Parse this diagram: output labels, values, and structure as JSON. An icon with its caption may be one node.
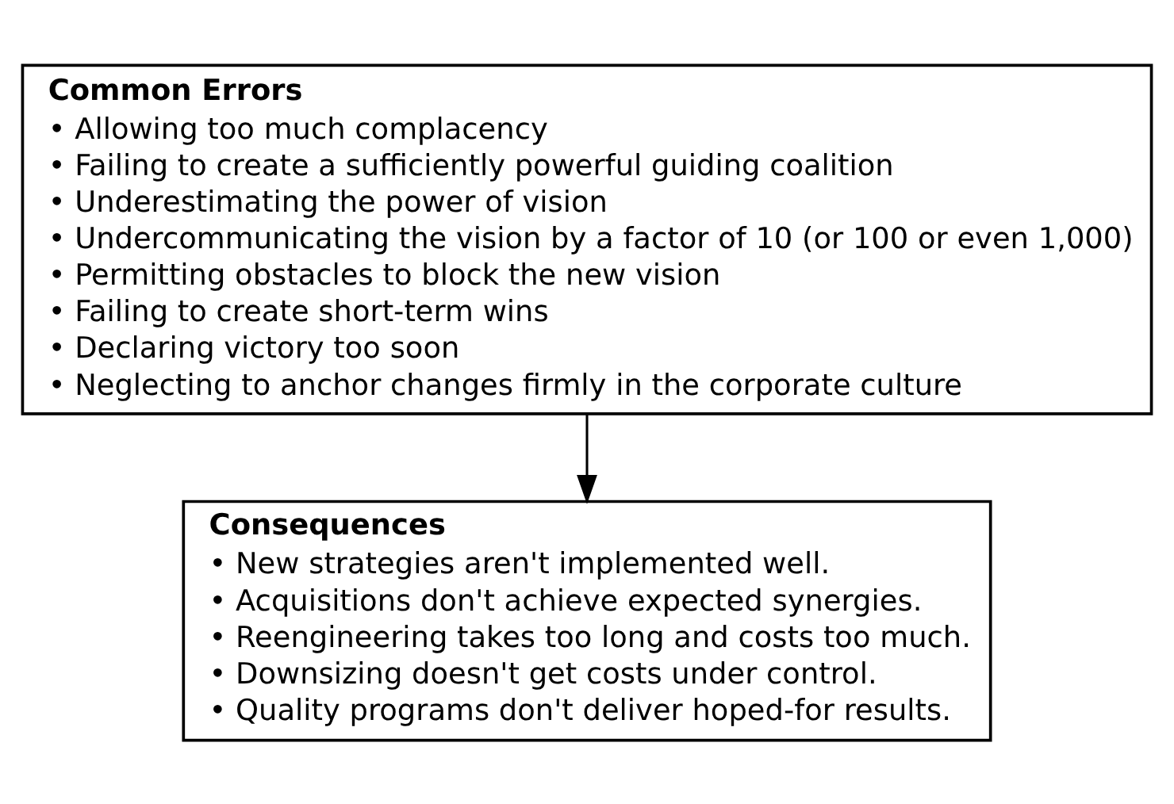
{
  "diagram": {
    "nodes": [
      {
        "text": [
          "Common Errors",
          "• Allowing too much complacency",
          "• Failing to create a sufficiently powerful guiding coalition",
          "• Underestimating the power of vision",
          "• Undercommunicating the vision by a factor of 10 (or 100 or even 1,000)",
          "• Permitting obstacles to block the new vision",
          "• Failing to create short-term wins",
          "• Declaring victory too soon",
          "• Neglecting to anchor changes firmly in the corporate culture"
        ]
      },
      {
        "text": [
          "Consequences",
          "• New strategies aren't implemented well.",
          "• Acquisitions don't achieve expected synergies.",
          "• Reengineering takes too long and costs too much.",
          "• Downsizing doesn't get costs under control.",
          "• Quality programs don't deliver hoped-for results."
        ]
      }
    ],
    "edges": [
      {
        "from": 0,
        "to": 1,
        "arrow": "to"
      }
    ]
  }
}
